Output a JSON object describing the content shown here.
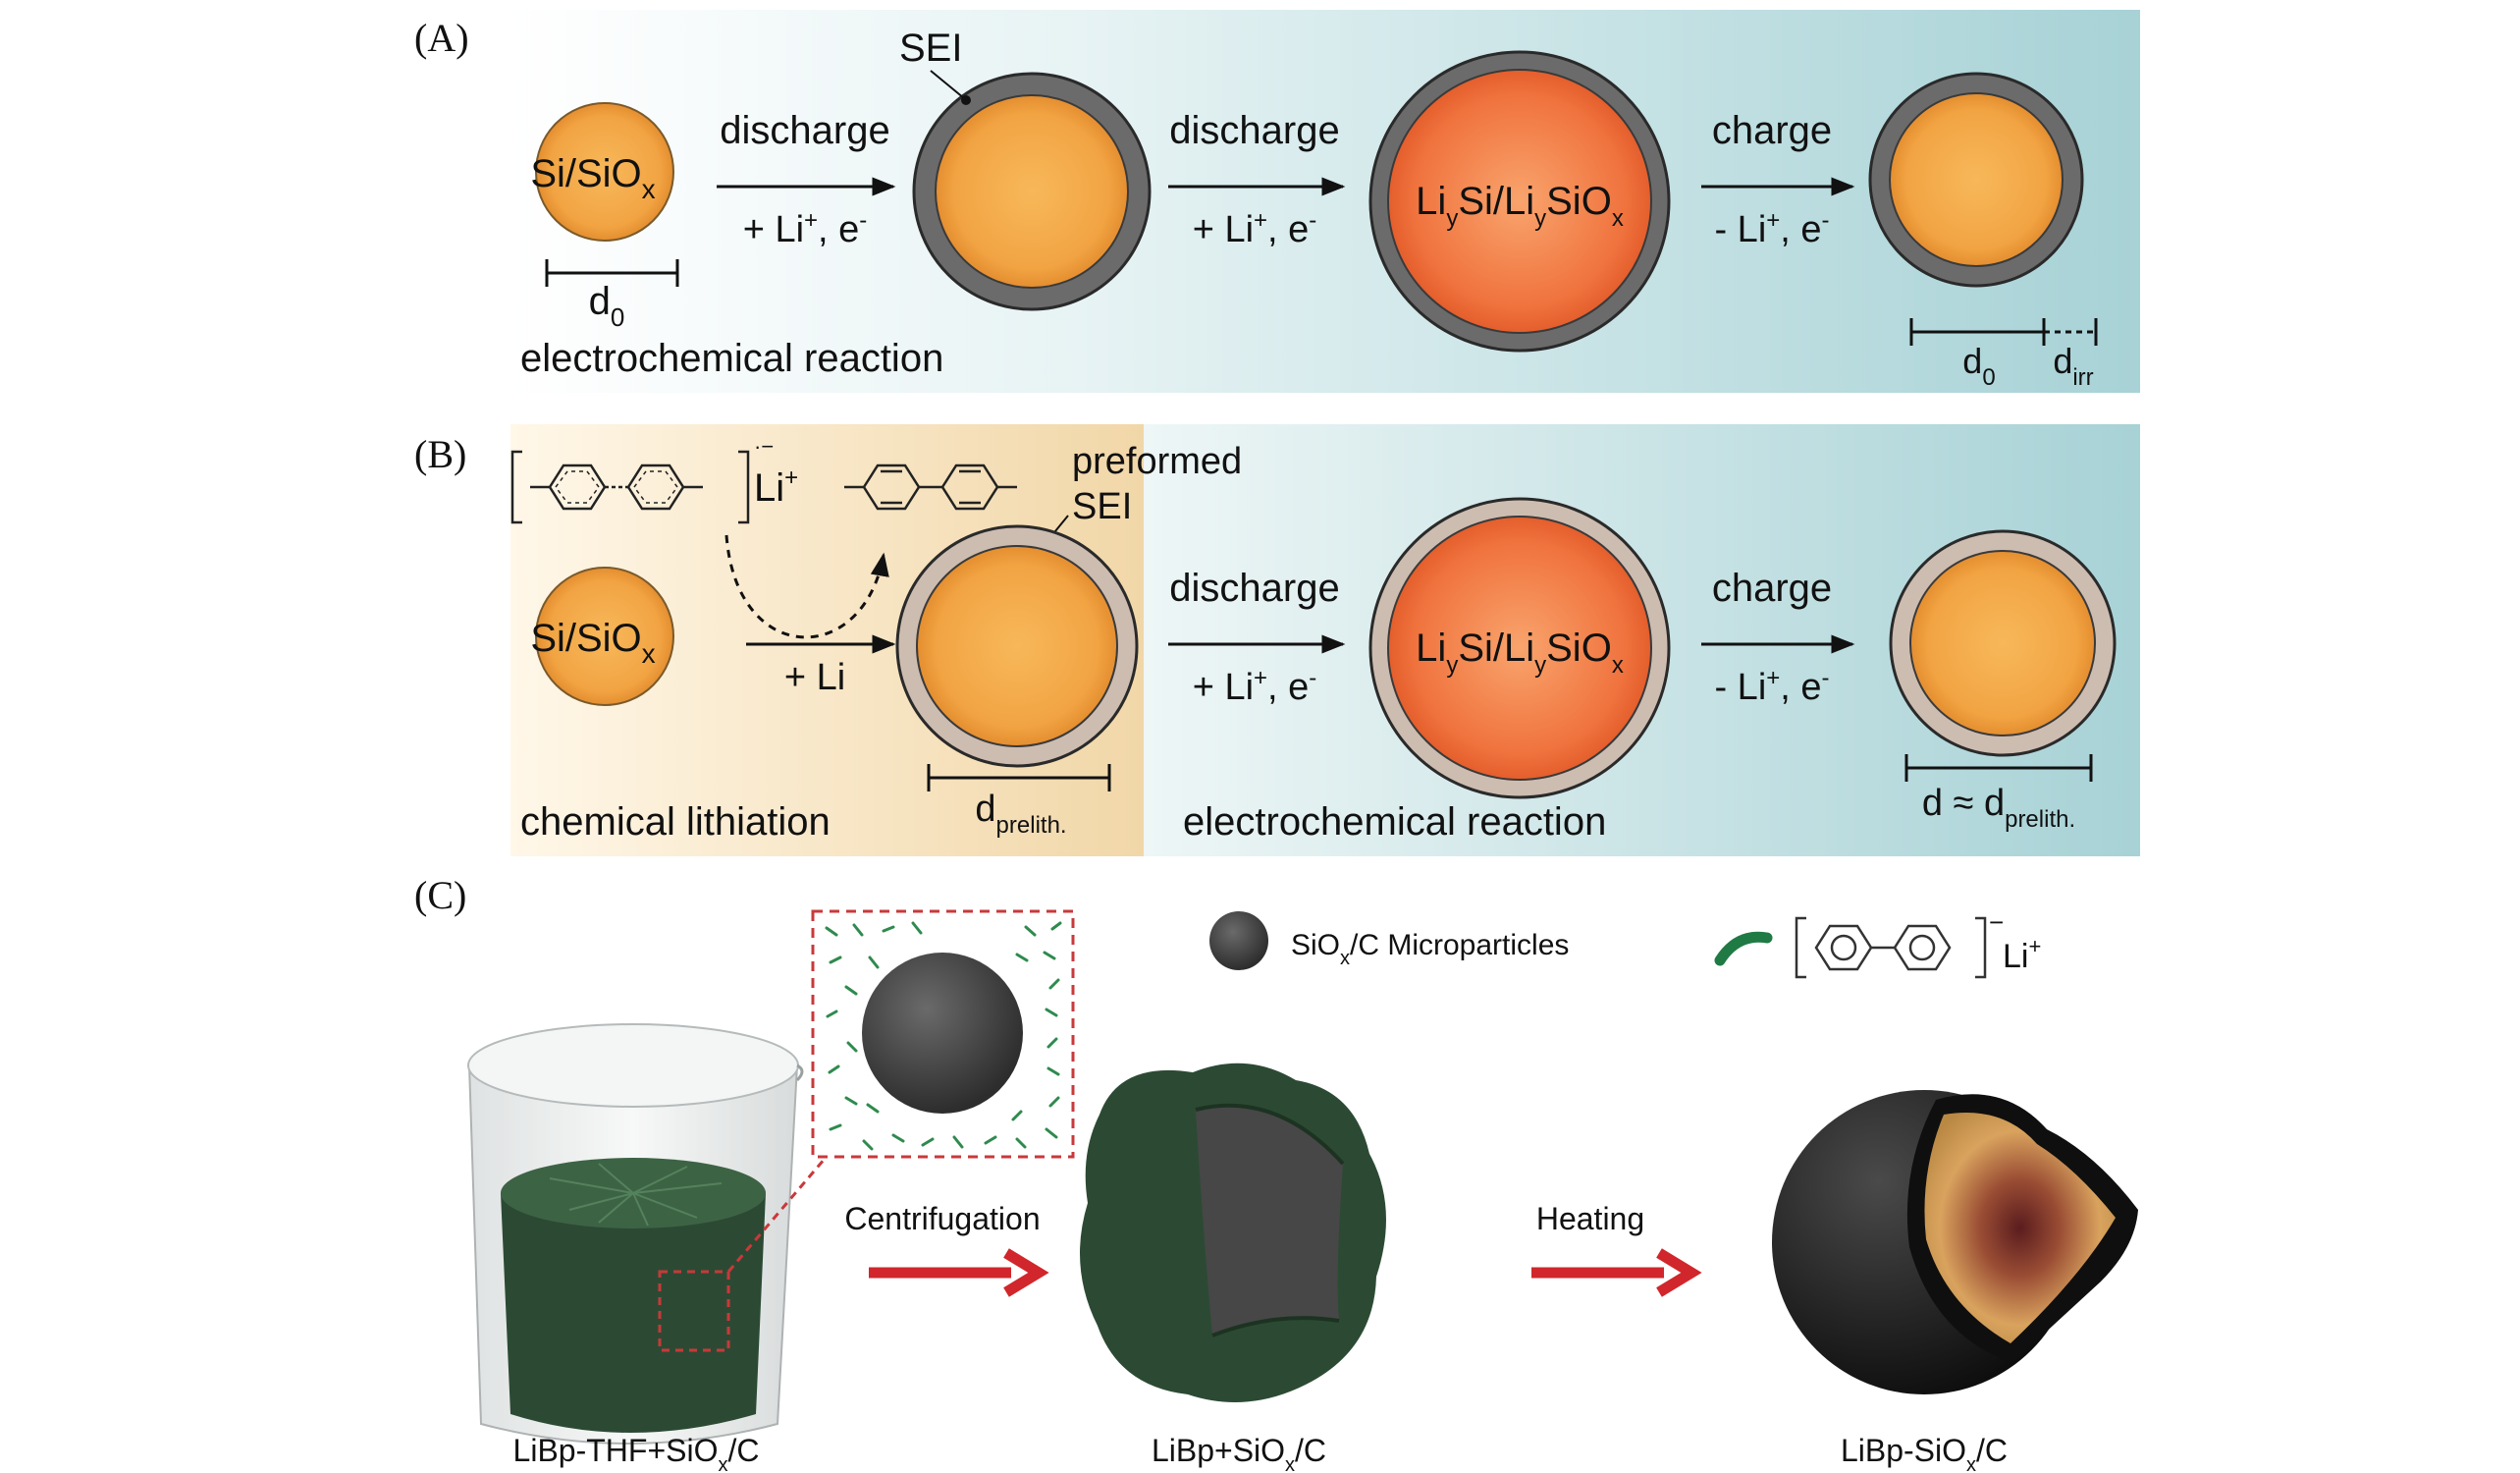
{
  "panels": {
    "a": {
      "label": "(A)",
      "sei_label": "SEI",
      "particle_initial": {
        "main": "Si/SiO",
        "sub": "x"
      },
      "particle_lithiated": {
        "p1": "Li",
        "s1": "y",
        "p2": "Si/Li",
        "s2": "y",
        "p3": "SiO",
        "s3": "x"
      },
      "step1": {
        "top": "discharge",
        "bottom": {
          "main": "+ Li",
          "sup": "+",
          "rest": ", e",
          "sup2": "-"
        }
      },
      "step2": {
        "top": "discharge",
        "bottom": {
          "main": "+ Li",
          "sup": "+",
          "rest": ", e",
          "sup2": "-"
        }
      },
      "step3": {
        "top": "charge",
        "bottom": {
          "main": "- Li",
          "sup": "+",
          "rest": ", e",
          "sup2": "-"
        }
      },
      "d0": {
        "main": "d",
        "sub": "0"
      },
      "dirr": {
        "main": "d",
        "sub": "irr"
      },
      "caption": "electrochemical reaction"
    },
    "b": {
      "label": "(B)",
      "anion_charge": "·−",
      "cation": {
        "main": "Li",
        "sup": "+"
      },
      "preformed": "preformed",
      "sei_label": "SEI",
      "particle_initial": {
        "main": "Si/SiO",
        "sub": "x"
      },
      "particle_lithiated": {
        "p1": "Li",
        "s1": "y",
        "p2": "Si/Li",
        "s2": "y",
        "p3": "SiO",
        "s3": "x"
      },
      "step1_bottom": "+ Li",
      "step2": {
        "top": "discharge",
        "bottom": {
          "main": "+ Li",
          "sup": "+",
          "rest": ", e",
          "sup2": "-"
        }
      },
      "step3": {
        "top": "charge",
        "bottom": {
          "main": "- Li",
          "sup": "+",
          "rest": ", e",
          "sup2": "-"
        }
      },
      "dprelith": {
        "main": "d",
        "sub": "prelith."
      },
      "d_approx": {
        "main": "d ≈ d",
        "sub": "prelith."
      },
      "caption_left": "chemical lithiation",
      "caption_right": "electrochemical reaction"
    },
    "c": {
      "label": "(C)",
      "legend_particle": {
        "p1": "SiO",
        "s1": "x",
        "p2": "/C  Microparticles"
      },
      "legend_reagent": {
        "main": "Li",
        "sup": "+",
        "charge": "−"
      },
      "step1": "Centrifugation",
      "step2": "Heating",
      "item1": {
        "p1": "LiBp-THF+SiO",
        "s1": "x",
        "p2": "/C"
      },
      "item2": {
        "p1": "LiBp+SiO",
        "s1": "x",
        "p2": "/C"
      },
      "item3": {
        "p1": "LiBp-SiO",
        "s1": "x",
        "p2": "/C"
      }
    }
  },
  "colors": {
    "core": "#f2a443",
    "lithiated_core": "#f0733e",
    "sei_electro": "#6b6b6b",
    "sei_preformed": "#cdbcb0",
    "panel_teal": "#a7d2d6",
    "panel_tan": "#f1d7a8",
    "resin_green": "#2c4a33",
    "arrow_red": "#d1262b"
  }
}
